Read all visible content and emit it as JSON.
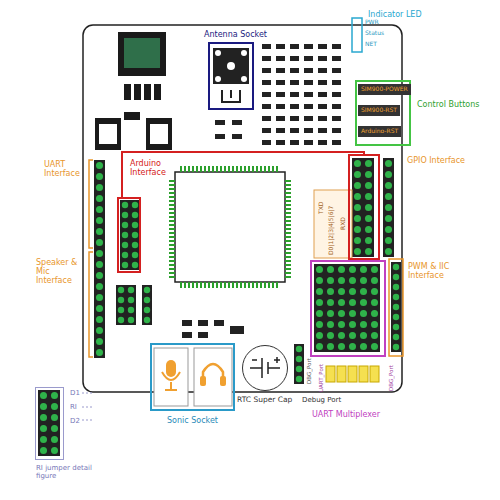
{
  "diagram": {
    "nodes": [
      {
        "text": [
          "Antenna Socket"
        ]
      },
      {
        "text": [
          "Control Buttons"
        ]
      },
      {
        "text": [
          "SIM900-POWER"
        ],
        "in": 1
      },
      {
        "text": [
          "SIM900-RST"
        ],
        "in": 1
      },
      {
        "text": [
          "Arduino-RST"
        ],
        "in": 1
      },
      {
        "text": [
          "Arduino Interface"
        ]
      },
      {
        "text": [
          "GPIO Interface"
        ]
      },
      {
        "text": [
          "UART Multiplexer"
        ]
      },
      {
        "text": [
          "Sonic Socket"
        ]
      },
      {
        "text": [
          "RTC Super Cap"
        ]
      },
      {
        "text": [
          "RI jumper detail figure"
        ]
      }
    ],
    "labels": [
      "Indicator LED",
      "PWR",
      "Status",
      "NET",
      "UART Interface",
      "Speaker & Mic Interface",
      "PWM & IIC Interface",
      "TXD",
      "D0|1|2|3|4|5|6|7",
      "RXD",
      "UART_Port",
      "DBG_Port",
      "DBG_Port",
      "Debug Port",
      "D1",
      "RI",
      "D2"
    ]
  }
}
